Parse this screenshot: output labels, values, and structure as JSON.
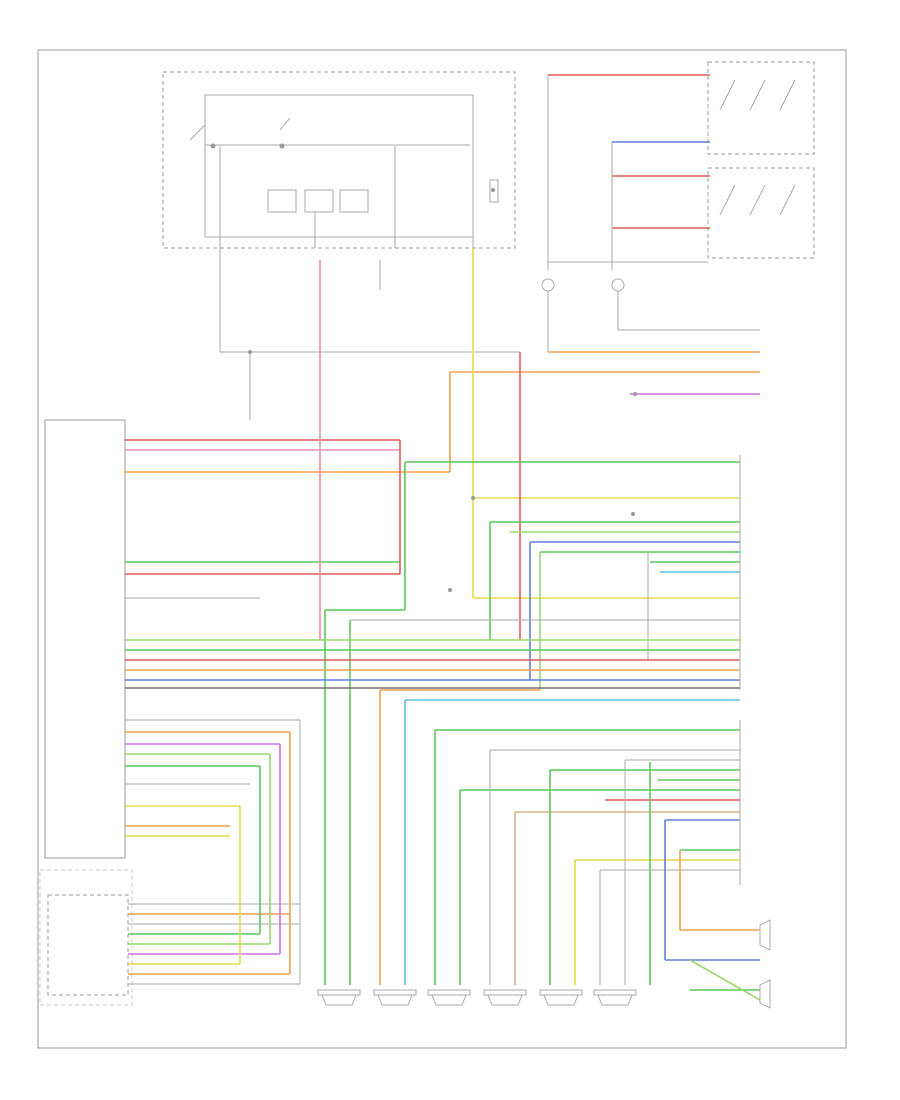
{
  "diagram": {
    "footer_code": "",
    "colors": {
      "frame": "#999999",
      "red": "#e05a5a",
      "pink": "#f08cb4",
      "orange": "#f0a050",
      "yellow": "#e8d84a",
      "green": "#5cc85c",
      "light_green": "#9ad870",
      "blue": "#6080d8",
      "light_blue": "#58c0e0",
      "violet": "#d070f0",
      "tan": "#d8b088",
      "gray": "#b0b0b0",
      "dark_gray": "#707070"
    },
    "components": [
      {
        "id": "fuse-box",
        "label": ""
      },
      {
        "id": "radio",
        "label": ""
      },
      {
        "id": "amplifier",
        "label": ""
      },
      {
        "id": "right-switch",
        "label": ""
      },
      {
        "id": "left-switch",
        "label": ""
      },
      {
        "id": "left-inst-speaker",
        "label": ""
      },
      {
        "id": "right-inst-speaker",
        "label": ""
      },
      {
        "id": "left-front-speaker",
        "label": ""
      },
      {
        "id": "left-rear-speaker",
        "label": ""
      },
      {
        "id": "right-rear-speaker",
        "label": ""
      },
      {
        "id": "right-front-speaker",
        "label": ""
      },
      {
        "id": "right-front-tweeter",
        "label": ""
      },
      {
        "id": "right-rear-tweeter",
        "label": ""
      }
    ]
  }
}
